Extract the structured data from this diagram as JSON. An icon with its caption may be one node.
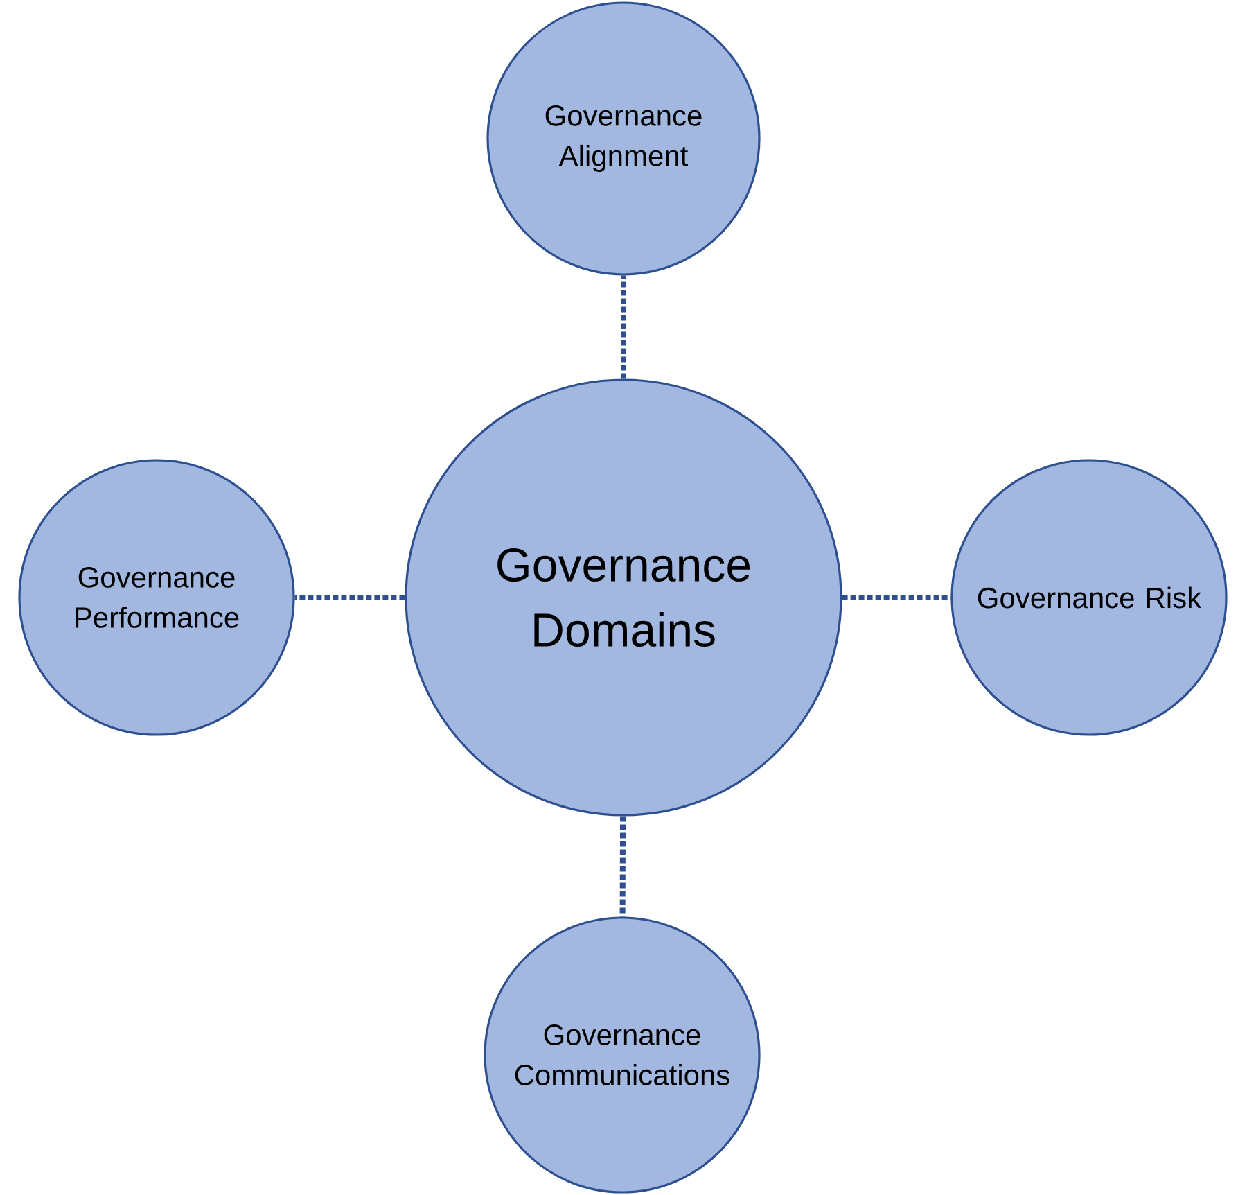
{
  "diagram": {
    "nodes": [
      {
        "text": [
          "Governance Domains"
        ]
      },
      {
        "text": [
          "Governance Alignment"
        ]
      },
      {
        "text": [
          "Governance Performance"
        ]
      },
      {
        "text": [
          "Governance Risk"
        ]
      },
      {
        "text": [
          "Governance Communications"
        ]
      }
    ],
    "edges": [
      {
        "from": 0,
        "to": 1,
        "arrow": "none",
        "style": "dashed"
      },
      {
        "from": 0,
        "to": 2,
        "arrow": "none",
        "style": "dashed"
      },
      {
        "from": 0,
        "to": 3,
        "arrow": "none",
        "style": "dashed"
      },
      {
        "from": 0,
        "to": 4,
        "arrow": "none",
        "style": "dashed"
      }
    ]
  }
}
